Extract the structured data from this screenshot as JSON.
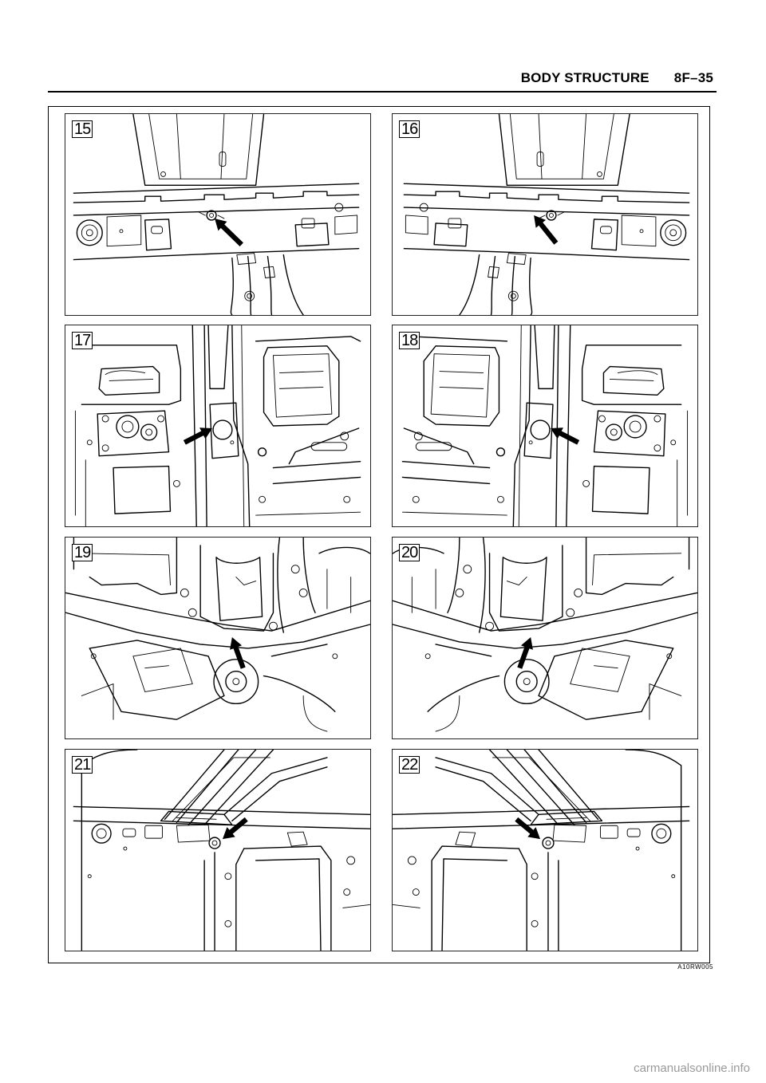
{
  "header": {
    "section": "BODY STRUCTURE",
    "page": "8F–35"
  },
  "figures": [
    {
      "number": "15",
      "view": "rear"
    },
    {
      "number": "16",
      "view": "rear"
    },
    {
      "number": "17",
      "view": "floor"
    },
    {
      "number": "18",
      "view": "floor"
    },
    {
      "number": "19",
      "view": "front"
    },
    {
      "number": "20",
      "view": "front"
    },
    {
      "number": "21",
      "view": "roof"
    },
    {
      "number": "22",
      "view": "roof"
    }
  ],
  "figure_code": "A10RW005",
  "watermark": "carmanualsonline.info"
}
